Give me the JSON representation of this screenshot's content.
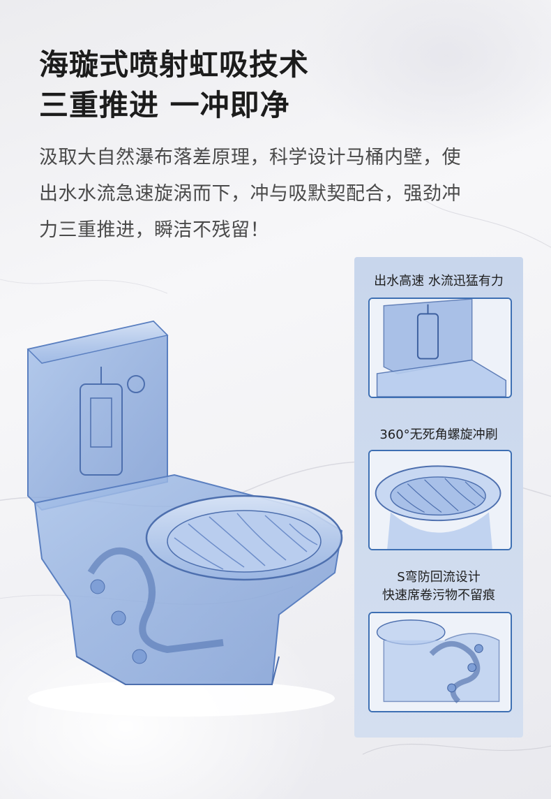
{
  "headline": {
    "line1": "海璇式喷射虹吸技术",
    "line2": "三重推进 一冲即净"
  },
  "description": {
    "line1": "汲取大自然瀑布落差原理，科学设计马桶内壁，使",
    "line2": "出水水流急速旋涡而下，冲与吸默契配合，强劲冲",
    "line3": "力三重推进，瞬洁不残留！"
  },
  "features": [
    {
      "title_line1": "出水高速 水流迅猛有力",
      "image_icon": "toilet-tank-closeup-icon"
    },
    {
      "title_line1": "360°无死角螺旋冲刷",
      "image_icon": "toilet-bowl-swirl-icon"
    },
    {
      "title_line1": "S弯防回流设计",
      "title_line2": "快速席卷污物不留痕",
      "image_icon": "s-trap-pipe-icon"
    }
  ],
  "colors": {
    "accent_blue": "#3d6fb3",
    "panel_bg": "#cdd9ee",
    "glass_blue": "#8fb0e0",
    "text_dark": "#1c1c1c",
    "text_body": "#4a4a4a"
  }
}
